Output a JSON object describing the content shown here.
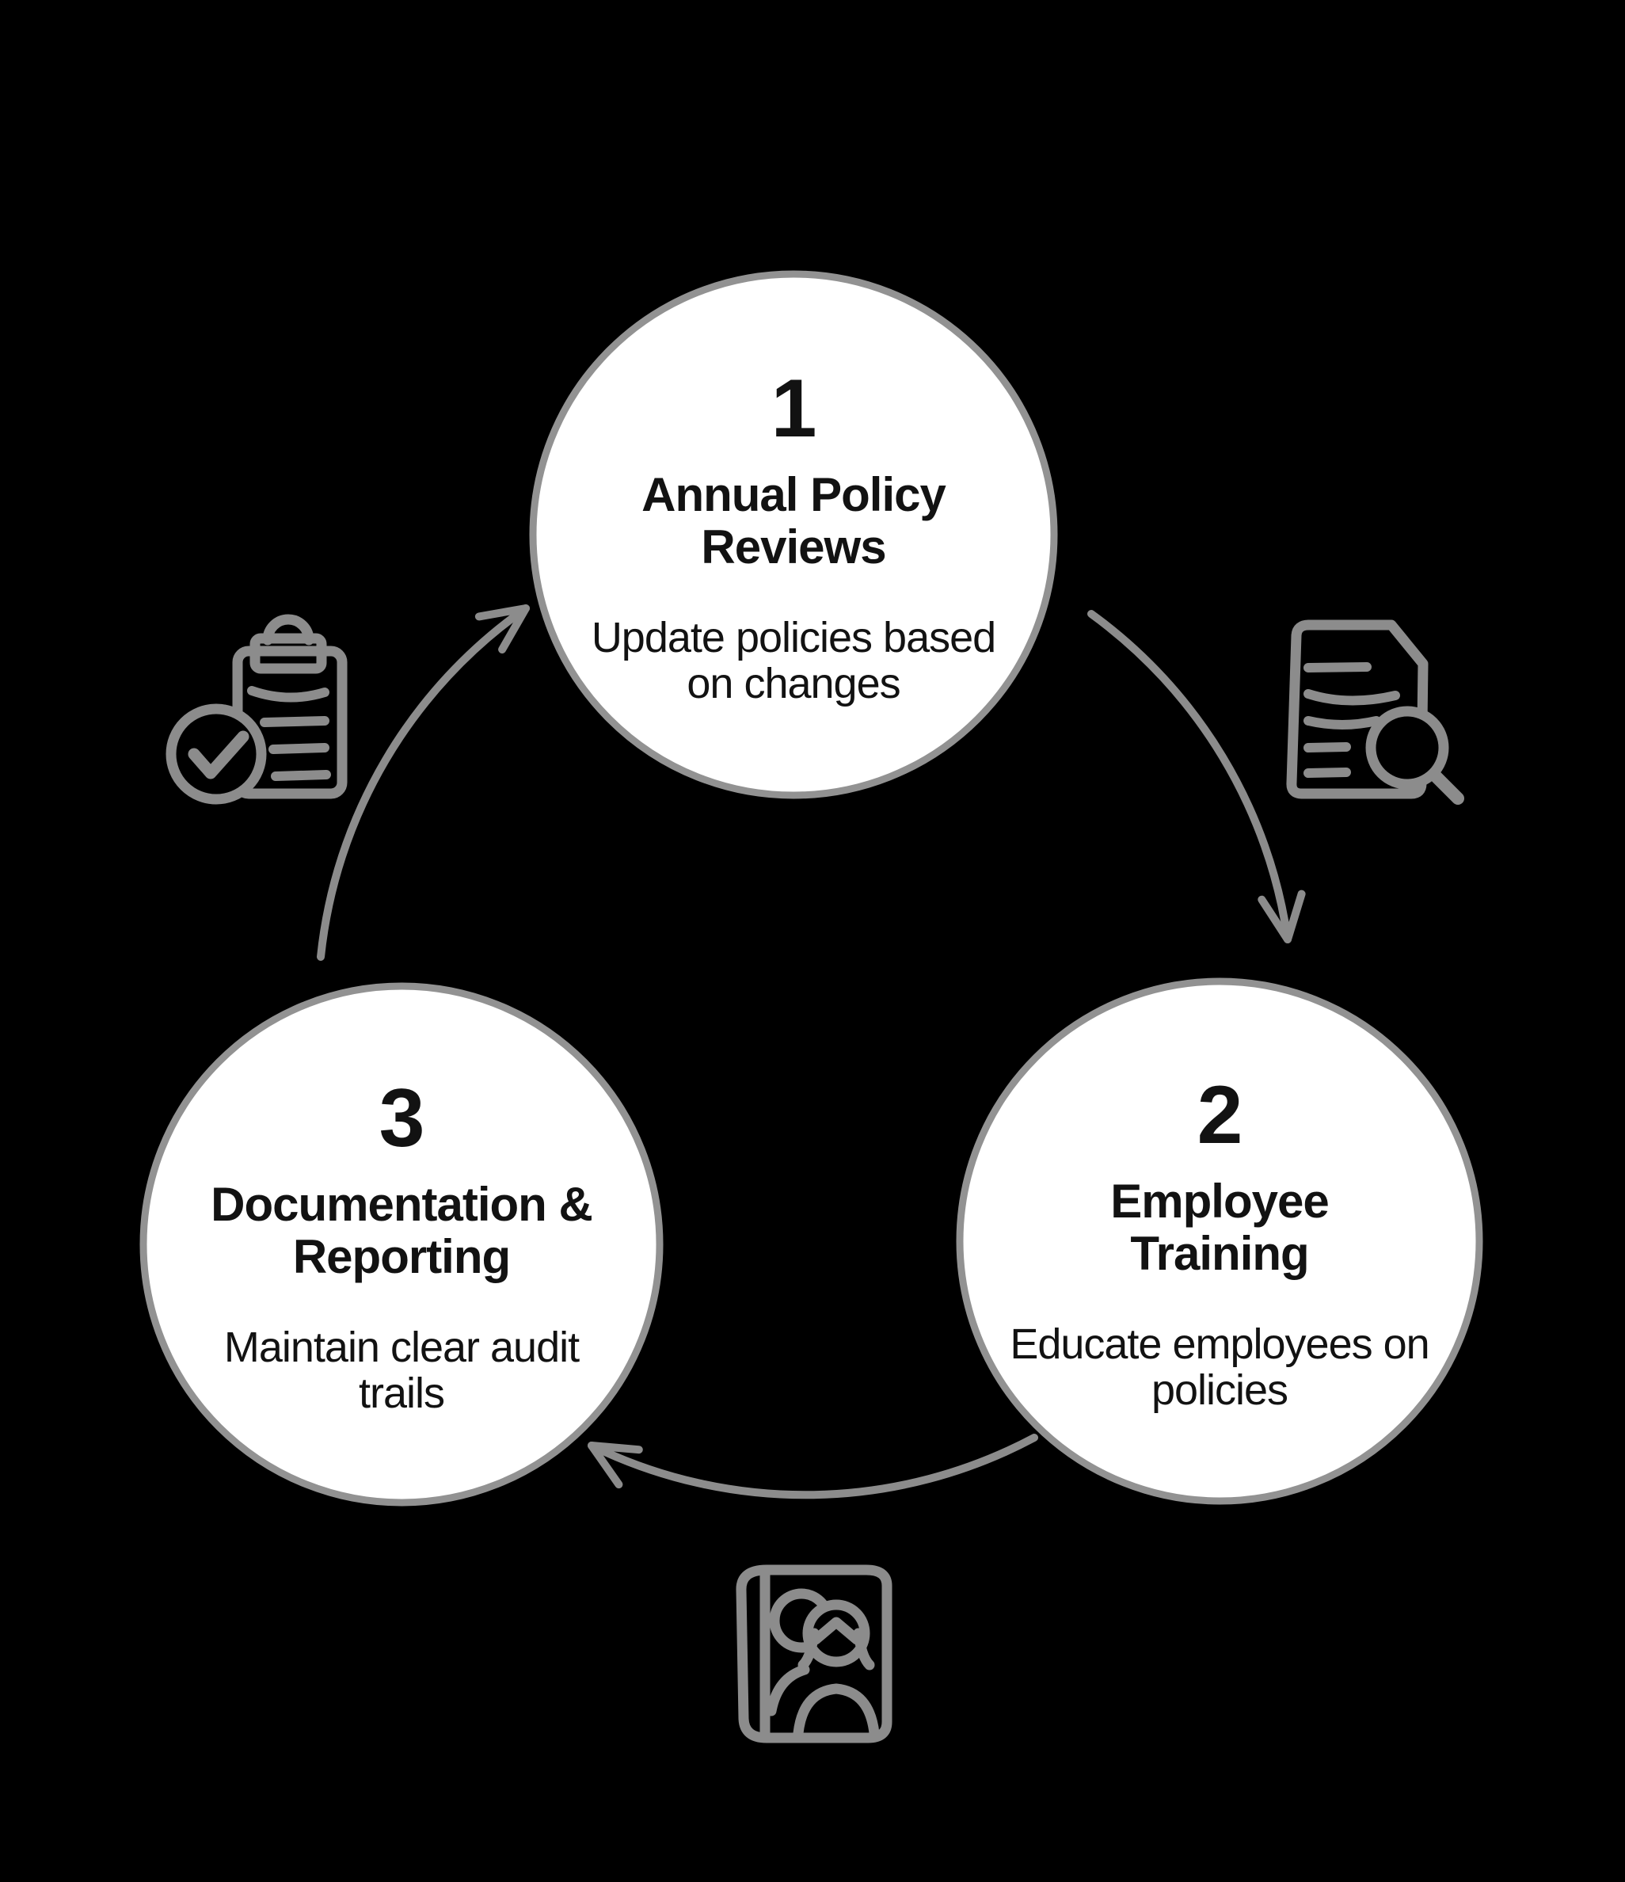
{
  "diagram": {
    "name": "policy-compliance-cycle",
    "type": "cycle-diagram",
    "colors": {
      "background": "#000000",
      "node_fill": "#ffffff",
      "node_stroke": "#929292",
      "arrow": "#8c8c8c",
      "icon": "#8c8c8c",
      "text": "#121212"
    }
  },
  "steps": [
    {
      "number": "1",
      "title_line1": "Annual Policy",
      "title_line2": "Reviews",
      "desc_line1": "Update policies based",
      "desc_line2": "on changes"
    },
    {
      "number": "2",
      "title_line1": "Employee",
      "title_line2": "Training",
      "desc_line1": "Educate employees on",
      "desc_line2": "policies"
    },
    {
      "number": "3",
      "title_line1": "Documentation &",
      "title_line2": "Reporting",
      "desc_line1": "Maintain clear audit",
      "desc_line2": "trails"
    }
  ],
  "icons": [
    {
      "name": "clipboard-check-icon"
    },
    {
      "name": "document-search-icon"
    },
    {
      "name": "book-people-icon"
    }
  ],
  "arrows": [
    {
      "name": "arrow-step1-to-step2",
      "from": "1",
      "to": "2"
    },
    {
      "name": "arrow-step2-to-step3",
      "from": "2",
      "to": "3"
    },
    {
      "name": "arrow-step3-to-step1",
      "from": "3",
      "to": "1"
    }
  ]
}
